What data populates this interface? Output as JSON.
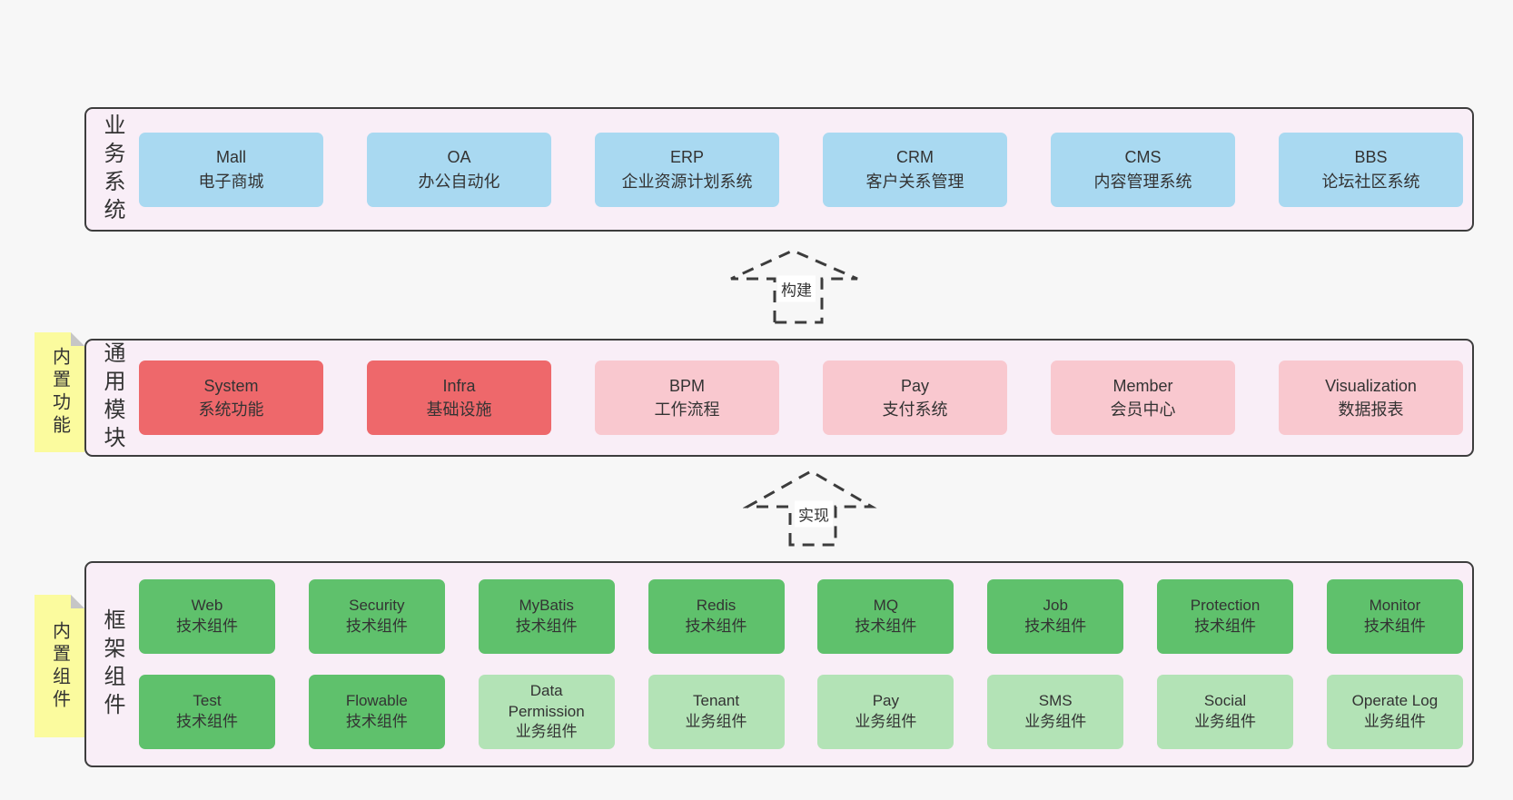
{
  "colors": {
    "page_bg": "#f7f7f7",
    "section_bg": "#f9eef7",
    "section_border": "#3d3d3d",
    "blue_box": "#a9d9f1",
    "red_box": "#ee686b",
    "pink_box": "#f9c8cf",
    "green_box": "#5fc16c",
    "light_green_box": "#b3e3b6",
    "note_yellow": "#fbfb9e",
    "text": "#333333"
  },
  "sections": {
    "business": {
      "label": "业务系统",
      "boxes": [
        {
          "name": "Mall",
          "desc": "电子商城"
        },
        {
          "name": "OA",
          "desc": "办公自动化"
        },
        {
          "name": "ERP",
          "desc": "企业资源计划系统"
        },
        {
          "name": "CRM",
          "desc": "客户关系管理"
        },
        {
          "name": "CMS",
          "desc": "内容管理系统"
        },
        {
          "name": "BBS",
          "desc": "论坛社区系统"
        }
      ]
    },
    "modules": {
      "label": "通用模块",
      "note": "内置功能",
      "boxes": [
        {
          "name": "System",
          "desc": "系统功能"
        },
        {
          "name": "Infra",
          "desc": "基础设施"
        },
        {
          "name": "BPM",
          "desc": "工作流程"
        },
        {
          "name": "Pay",
          "desc": "支付系统"
        },
        {
          "name": "Member",
          "desc": "会员中心"
        },
        {
          "name": "Visualization",
          "desc": "数据报表"
        }
      ]
    },
    "components": {
      "label": "框架组件",
      "note": "内置组件",
      "row1": [
        {
          "name": "Web",
          "desc": "技术组件"
        },
        {
          "name": "Security",
          "desc": "技术组件"
        },
        {
          "name": "MyBatis",
          "desc": "技术组件"
        },
        {
          "name": "Redis",
          "desc": "技术组件"
        },
        {
          "name": "MQ",
          "desc": "技术组件"
        },
        {
          "name": "Job",
          "desc": "技术组件"
        },
        {
          "name": "Protection",
          "desc": "技术组件"
        },
        {
          "name": "Monitor",
          "desc": "技术组件"
        }
      ],
      "row2": [
        {
          "name": "Test",
          "desc": "技术组件"
        },
        {
          "name": "Flowable",
          "desc": "技术组件"
        },
        {
          "name": "Data Permission",
          "desc": "业务组件"
        },
        {
          "name": "Tenant",
          "desc": "业务组件"
        },
        {
          "name": "Pay",
          "desc": "业务组件"
        },
        {
          "name": "SMS",
          "desc": "业务组件"
        },
        {
          "name": "Social",
          "desc": "业务组件"
        },
        {
          "name": "Operate Log",
          "desc": "业务组件"
        }
      ]
    }
  },
  "arrows": {
    "build": "构建",
    "implement": "实现"
  }
}
